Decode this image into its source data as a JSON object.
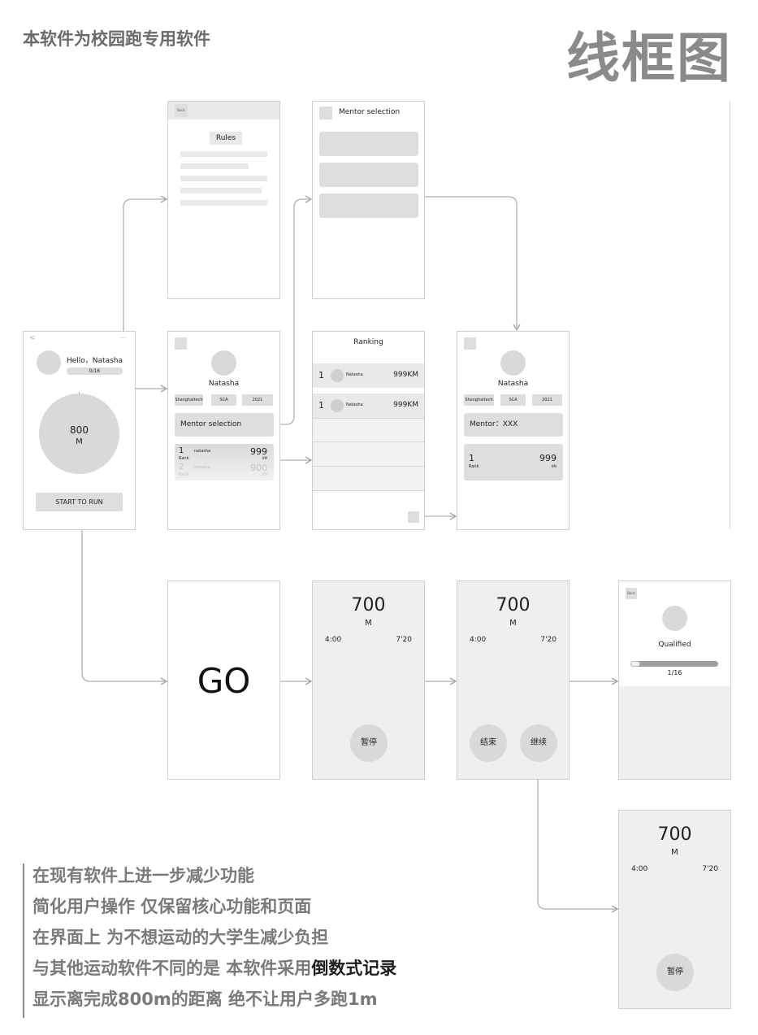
{
  "header": {
    "title": "本软件为校园跑专用软件",
    "wireframe_label": "线框图"
  },
  "rules": {
    "back": "Back",
    "title": "Rules"
  },
  "mentor_select": {
    "title": "Mentor selection"
  },
  "home": {
    "back_glyph": "<",
    "menu_glyph": "...",
    "greeting": "Hello，Natasha",
    "progress": "0/16",
    "distance_value": "800",
    "distance_unit": "M",
    "start_button": "START TO RUN"
  },
  "profile": {
    "name": "Natasha",
    "tags": [
      "Shanghaitech",
      "SCA",
      "2021"
    ],
    "mentor_button": "Mentor selection",
    "ranks": [
      {
        "rank": "1",
        "rank_label": "Rank",
        "name": "natasha",
        "value": "999",
        "unit": "KM"
      },
      {
        "rank": "2",
        "rank_label": "Rank",
        "name": "aishaha",
        "value": "900",
        "unit": "KM"
      }
    ]
  },
  "ranking": {
    "title": "Ranking",
    "rows": [
      {
        "rank": "1",
        "name": "Natasha",
        "value": "999KM"
      },
      {
        "rank": "1",
        "name": "Natasha",
        "value": "999KM"
      }
    ]
  },
  "profile2": {
    "name": "Natasha",
    "tags": [
      "Shanghaitech",
      "SCA",
      "2021"
    ],
    "mentor": "Mentor：XXX",
    "rank": "1",
    "rank_label": "Rank",
    "value": "999",
    "unit": "KM"
  },
  "go": {
    "label": "GO"
  },
  "run": {
    "distance": "700",
    "unit": "M",
    "time": "4:00",
    "pace": "7'20",
    "pause": "暂停",
    "end": "结束",
    "resume": "继续"
  },
  "result": {
    "back": "Back",
    "status": "Qualified",
    "progress": "1/16",
    "progress_fraction": 0.0625
  },
  "notes": {
    "line1": "在现有软件上进一步减少功能",
    "line2": "简化用户操作  仅保留核心功能和页面",
    "line3": "在界面上  为不想运动的大学生减少负担",
    "line4_a": "与其他运动软件不同的是 本软件采用",
    "line4_b": "倒数式记录",
    "line5": "显示离完成800m的距离 绝不让用户多跑1m"
  }
}
